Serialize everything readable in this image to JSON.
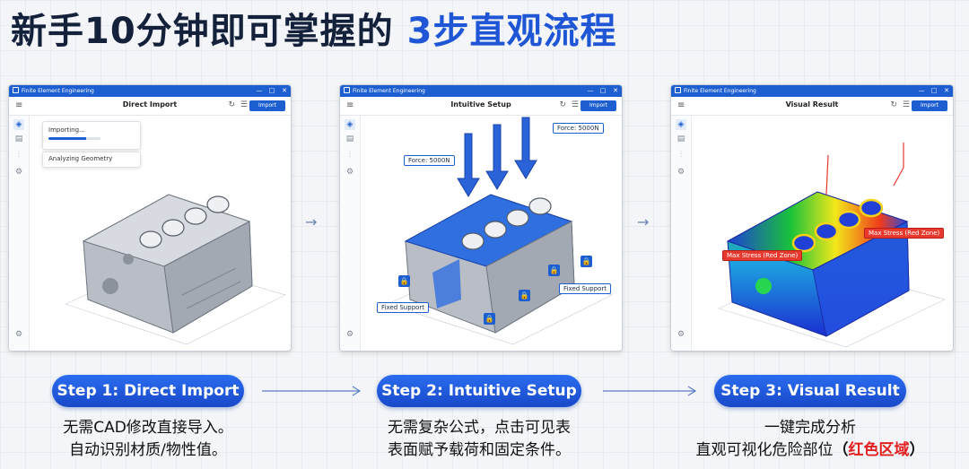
{
  "headline": {
    "part1": "新手10分钟即可掌握的",
    "part2": "3步直观流程"
  },
  "app_name": "Finite Element Engineering",
  "window_controls": [
    "—",
    "□",
    "✕"
  ],
  "toolbar_button": "Import",
  "steps": [
    {
      "window_title": "Direct Import",
      "import_panel": {
        "status": "Importing...",
        "progress": 0.72
      },
      "analyze_label": "Analyzing Geometry",
      "pill": "Step 1: Direct Import",
      "desc_line1": "无需CAD修改直接导入。",
      "desc_line2": "自动识别材质/物性值。"
    },
    {
      "window_title": "Intuitive Setup",
      "force_label_1": "Force: 5000N",
      "force_label_2": "Force: 5000N",
      "support_label_1": "Fixed Support",
      "support_label_2": "Fixed Support",
      "pill": "Step 2: Intuitive Setup",
      "desc_line1": "无需复杂公式，点击可见表",
      "desc_line2": "表面赋予载荷和固定条件。"
    },
    {
      "window_title": "Visual Result",
      "stress_label_1": "Max Stress (Red Zone)",
      "stress_label_2": "Max Stress (Red Zone)",
      "pill": "Step 3: Visual Result",
      "desc_line1": "一键完成分析",
      "desc_line2a": "直观可视化危险部位",
      "desc_line2b": "（",
      "desc_line2c": "红色区域",
      "desc_line2d": "）"
    }
  ],
  "flow_arrow": "→",
  "colors": {
    "accent": "#1d5fd1",
    "headline_dark": "#14213a",
    "headline_blue": "#1f56d6",
    "stress_red": "#e8392f"
  },
  "icons": [
    "menu-icon",
    "undo-icon",
    "settings-icon",
    "model-icon",
    "layers-icon",
    "chart-icon",
    "gear-icon",
    "lock-icon",
    "arrow-right-icon"
  ]
}
